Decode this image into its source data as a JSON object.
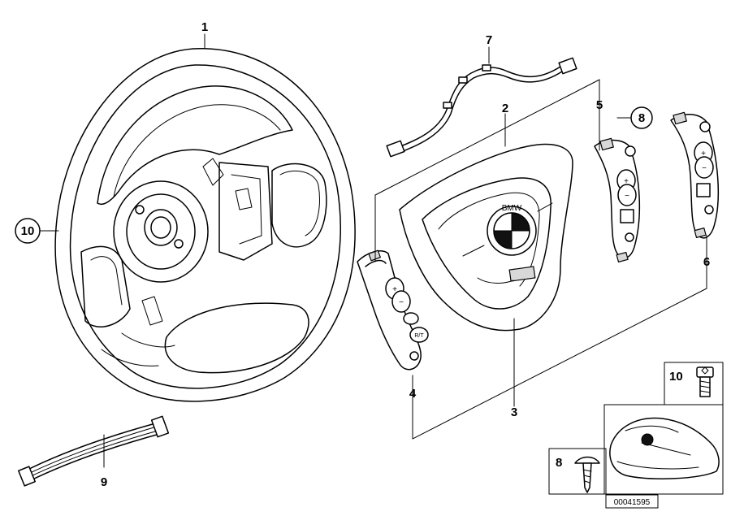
{
  "diagram": {
    "part_labels": {
      "p1": "1",
      "p2": "2",
      "p3": "3",
      "p4": "4",
      "p5": "5",
      "p6": "6",
      "p7": "7",
      "p8_circled": "8",
      "p9": "9",
      "p10_circled": "10",
      "p10_inset": "10",
      "p8_inset": "8"
    },
    "button_glyphs": {
      "plus": "+",
      "minus": "−",
      "rt": "R/T"
    },
    "emblem_text": "BMW",
    "diagram_number": "00041595"
  }
}
